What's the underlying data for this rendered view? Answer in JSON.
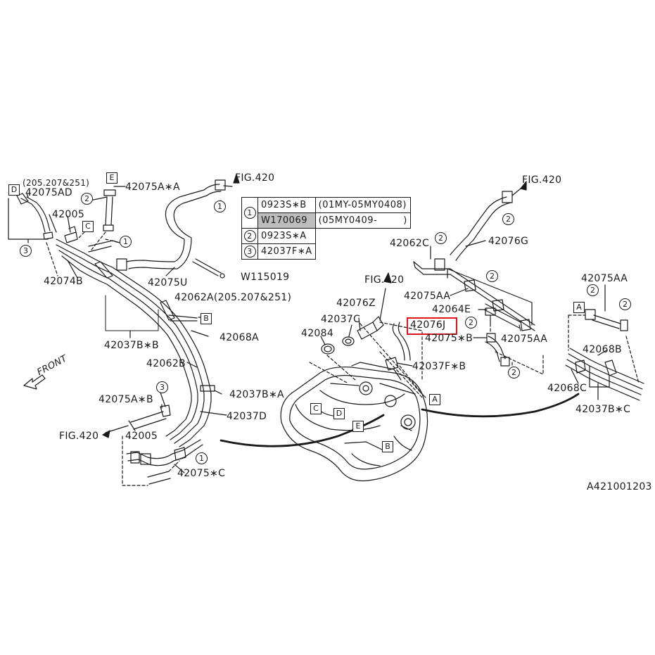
{
  "labels": {
    "l_205_top": "(205.207&251)",
    "l_42075AD": "42075AD",
    "l_42075AxA": "42075A∗A",
    "l_fig420_top": "FIG.420",
    "l_42005_top": "42005",
    "l_42074B": "42074B",
    "l_42075U": "42075U",
    "l_W115019": "W115019",
    "l_42062A": "42062A(205.207&251)",
    "l_42068A": "42068A",
    "l_42037BxB": "42037B∗B",
    "l_42062B": "42062B",
    "l_front": "FRONT",
    "l_42037BxA": "42037B∗A",
    "l_42075AxB": "42075A∗B",
    "l_42037D": "42037D",
    "l_fig420_left": "FIG.420",
    "l_42005_bottom": "42005",
    "l_42075xC": "42075∗C",
    "l_fig420_mid": "FIG.420",
    "l_42076Z": "42076Z",
    "l_42037C": "42037C",
    "l_42084": "42084",
    "l_42076J": "42076J",
    "l_42037FxB": "42037F∗B",
    "l_fig420_right": "FIG.420",
    "l_42062C": "42062C",
    "l_42076G": "42076G",
    "l_42075AA_mid": "42075AA",
    "l_42064E": "42064E",
    "l_42075xB": "42075∗B",
    "l_42075AA_lower": "42075AA",
    "l_42075AA_right": "42075AA",
    "l_42068B": "42068B",
    "l_42068C": "42068C",
    "l_42037BxC": "42037B∗C",
    "l_code": "A421001203"
  },
  "legend": {
    "rows": [
      {
        "num": "1",
        "part": "0923S∗B",
        "range": "(01MY-05MY0408)"
      },
      {
        "num": "",
        "part": "W170069",
        "range": "(05MY0409-        )"
      },
      {
        "num": "2",
        "part": "0923S∗A",
        "range": ""
      },
      {
        "num": "3",
        "part": "42037F∗A",
        "range": ""
      }
    ]
  },
  "markers": {
    "A": "A",
    "B": "B",
    "C": "C",
    "D": "D",
    "E": "E",
    "c1": "1",
    "c2": "2",
    "c3": "3"
  },
  "highlight_color": "#e0161b"
}
